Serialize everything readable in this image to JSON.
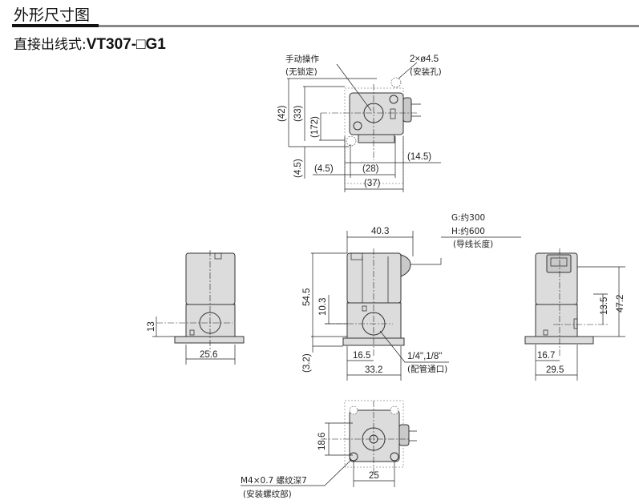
{
  "header": {
    "title": "外形尺寸图",
    "subtitle_prefix": "直接出线式:",
    "subtitle_model": "VT307-□G1"
  },
  "top_view": {
    "manual_label": "手动操作",
    "manual_note": "(无锁定)",
    "hole_label": "2×ø4.5",
    "hole_note": "(安装孔)",
    "dims": {
      "d42": "(42)",
      "d33": "(33)",
      "d172": "(172)",
      "d45v": "(4.5)",
      "d145": "(14.5)",
      "d45h": "(4.5)",
      "d28": "(28)",
      "d37": "(37)"
    }
  },
  "left_view": {
    "d13": "13",
    "d256": "25.6"
  },
  "front_view": {
    "d403": "40.3",
    "d545": "54.5",
    "d103": "10.3",
    "d32": "(3.2)",
    "d165": "16.5",
    "d332": "33.2",
    "port_label": "1/4\",1/8\"",
    "port_note": "(配管通口)",
    "lead_g": "G:约300",
    "lead_h": "H:约600",
    "lead_note": "(导线长度)"
  },
  "right_view": {
    "d135": "13.5",
    "d472": "47.2",
    "d167": "16.7",
    "d295": "29.5"
  },
  "bottom_view": {
    "d186": "18.6",
    "d25": "25",
    "thread_label": "M4×0.7  螺纹深7",
    "thread_note": "(安装螺纹部)"
  }
}
